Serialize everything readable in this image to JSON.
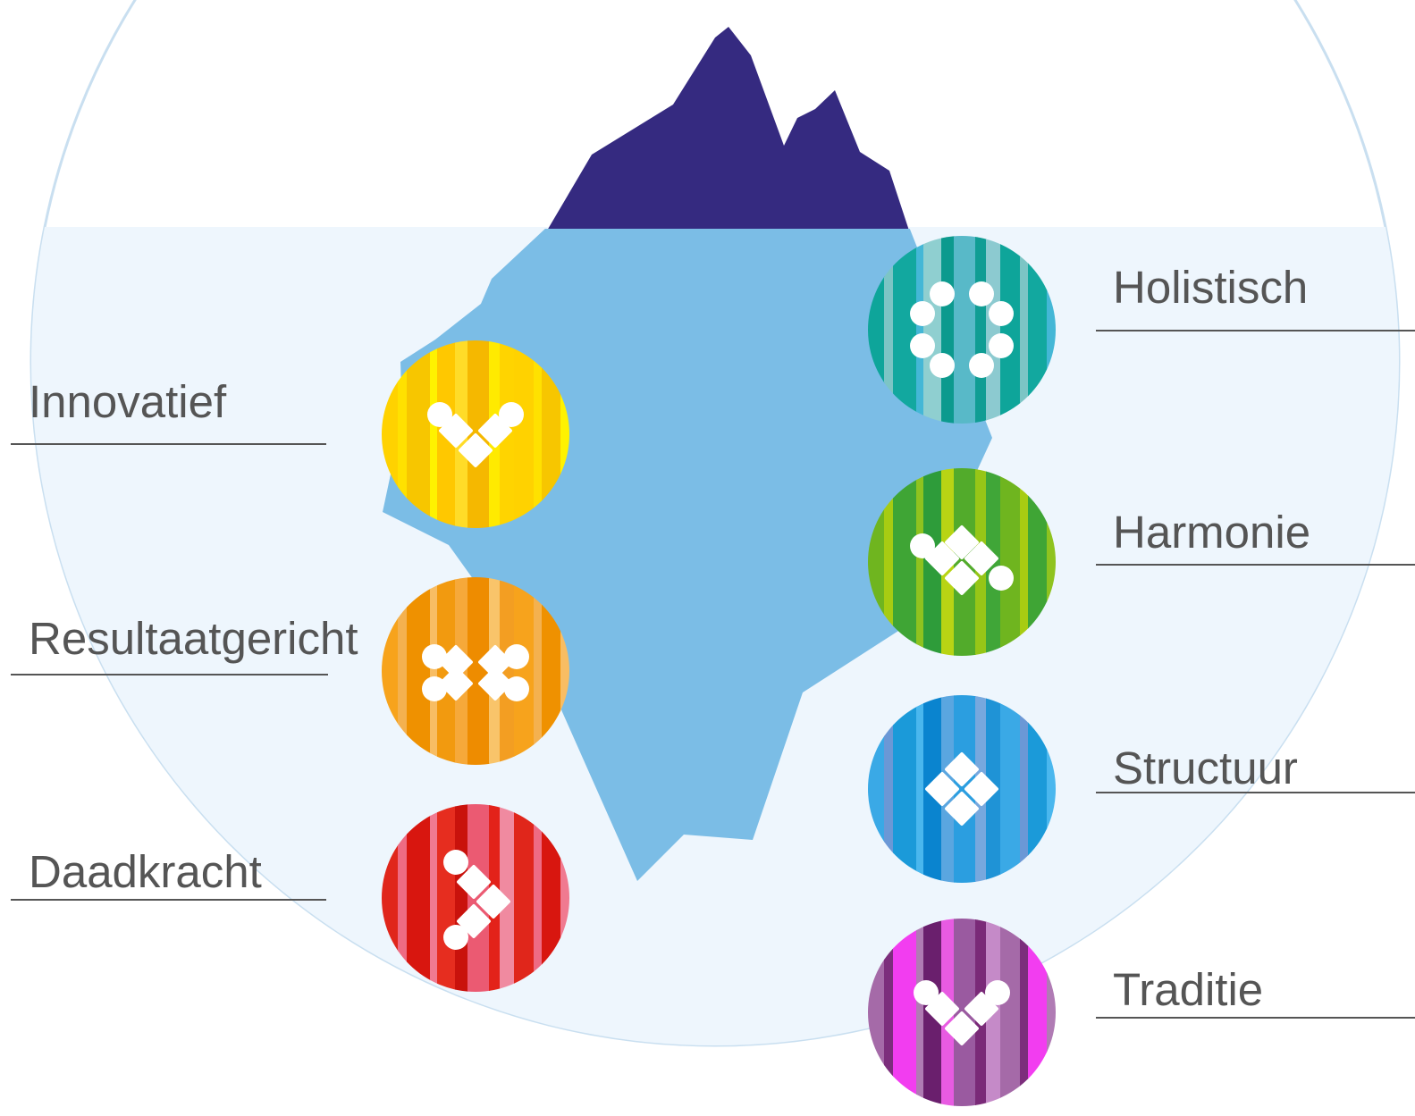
{
  "colors": {
    "water": "#eef6fd",
    "water_edge": "#c9dff0",
    "iceberg_top": "#352a80",
    "iceberg_bottom": "#7bbde6",
    "text": "#555555",
    "icon": "#ffffff"
  },
  "values": [
    {
      "key": "innovatief",
      "label": "Innovatief",
      "side": "left",
      "icon": "heart-tiles-icon",
      "stripes": [
        "#ffd200",
        "#ffe100",
        "#f7c600",
        "#fff200",
        "#ffc800",
        "#ffdc28",
        "#f5b800",
        "#ffea00",
        "#ffd400"
      ]
    },
    {
      "key": "resultaatgericht",
      "label": "Resultaatgericht",
      "side": "left",
      "icon": "double-chevron-tiles-icon",
      "stripes": [
        "#f7a31c",
        "#f4b14f",
        "#ef9100",
        "#f8bd63",
        "#f29a0f",
        "#f6a93a",
        "#ee8c00",
        "#f9c46a",
        "#f39e22"
      ]
    },
    {
      "key": "daadkracht",
      "label": "Daadkracht",
      "side": "left",
      "icon": "arrow-tiles-icon",
      "stripes": [
        "#e0261b",
        "#ee6b83",
        "#d8160f",
        "#f07a90",
        "#e62d1f",
        "#c9120c",
        "#eb5a72",
        "#e3221a",
        "#f08aa0"
      ]
    },
    {
      "key": "holistisch",
      "label": "Holistisch",
      "side": "right",
      "icon": "ring-tiles-icon",
      "stripes": [
        "#0ea59a",
        "#7cc5c5",
        "#12a89f",
        "#44b7d6",
        "#8fcfd0",
        "#0c9a8e",
        "#58b9c8",
        "#109d94",
        "#8ccad0"
      ]
    },
    {
      "key": "harmonie",
      "label": "Harmonie",
      "side": "right",
      "icon": "wave-tiles-icon",
      "stripes": [
        "#6fb51f",
        "#a7cc12",
        "#3fa535",
        "#8fc31f",
        "#2e9c3a",
        "#b8d414",
        "#52ab2b",
        "#96c617",
        "#40a638"
      ]
    },
    {
      "key": "structuur",
      "label": "Structuur",
      "side": "right",
      "icon": "diamond-tiles-icon",
      "stripes": [
        "#3aa9e6",
        "#6b98d6",
        "#1b9ad9",
        "#4ab7ee",
        "#0a84cf",
        "#5aa6e0",
        "#2b9ee0",
        "#77a8de",
        "#1f93d6"
      ]
    },
    {
      "key": "traditie",
      "label": "Traditie",
      "side": "right",
      "icon": "heart-tiles-icon",
      "stripes": [
        "#a56aa8",
        "#7c2e7c",
        "#f23df0",
        "#b07bb4",
        "#6a1f6d",
        "#e85be2",
        "#9a5aa0",
        "#7a2a78",
        "#c58ac8"
      ]
    }
  ]
}
